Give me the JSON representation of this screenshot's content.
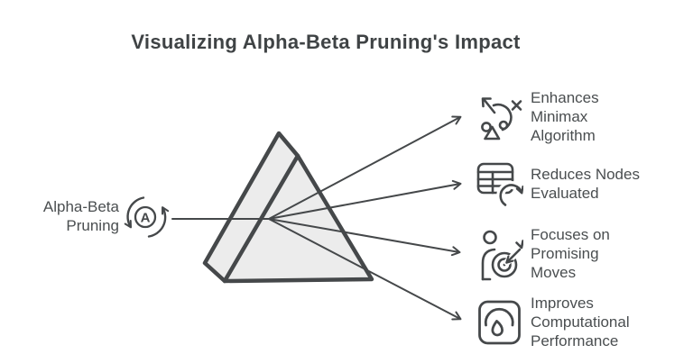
{
  "title": "Visualizing Alpha-Beta Pruning's Impact",
  "source": {
    "lines": [
      "Alpha-Beta",
      "Pruning"
    ],
    "icon": "cycle-a-icon",
    "icon_letter": "A"
  },
  "prism": {
    "shape": "triangular-prism",
    "converging_rays": 4,
    "fill": "#ececec"
  },
  "benefits": [
    {
      "icon": "strategy-icon",
      "lines": [
        "Enhances",
        "Minimax",
        "Algorithm"
      ]
    },
    {
      "icon": "table-refresh-icon",
      "lines": [
        "Reduces Nodes",
        "Evaluated"
      ]
    },
    {
      "icon": "person-target-icon",
      "lines": [
        "Focuses on",
        "Promising",
        "Moves"
      ]
    },
    {
      "icon": "gauge-icon",
      "lines": [
        "Improves",
        "Computational",
        "Performance"
      ]
    }
  ],
  "colors": {
    "ink": "#45484a",
    "title_text": "#3f4345",
    "label_text": "#4a4e50",
    "prism_fill": "#ececec",
    "background": "#ffffff"
  }
}
